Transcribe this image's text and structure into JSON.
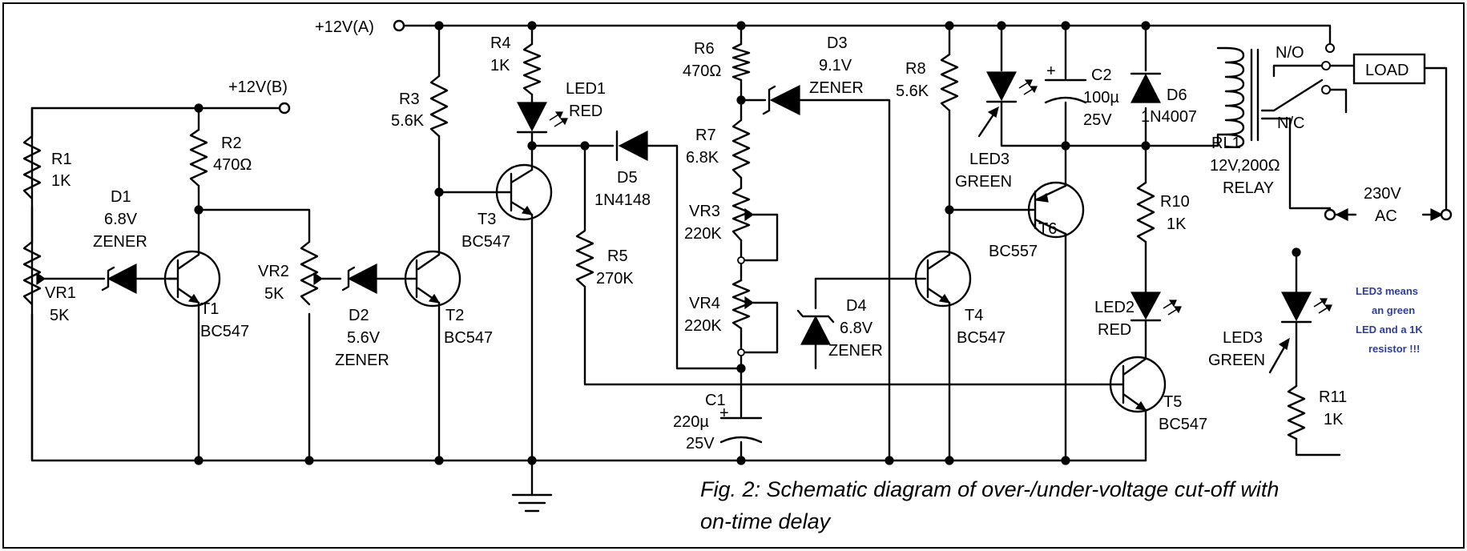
{
  "labels": {
    "supply_a": "+12V(A)",
    "supply_b": "+12V(B)",
    "r1": "R1",
    "r1_val": "1K",
    "vr1": "VR1",
    "vr1_val": "5K",
    "r2": "R2",
    "r2_val": "470Ω",
    "d1": "D1",
    "d1_v": "6.8V",
    "d1_t": "ZENER",
    "t1": "T1",
    "t1_type": "BC547",
    "vr2": "VR2",
    "vr2_val": "5K",
    "d2": "D2",
    "d2_v": "5.6V",
    "d2_t": "ZENER",
    "r3": "R3",
    "r3_val": "5.6K",
    "t2": "T2",
    "t2_type": "BC547",
    "r4": "R4",
    "r4_val": "1K",
    "led1": "LED1",
    "led1_color": "RED",
    "t3": "T3",
    "t3_type": "BC547",
    "d5": "D5",
    "d5_type": "1N4148",
    "r5": "R5",
    "r5_val": "270K",
    "r6": "R6",
    "r6_val": "470Ω",
    "d3": "D3",
    "d3_v": "9.1V",
    "d3_t": "ZENER",
    "r7": "R7",
    "r7_val": "6.8K",
    "vr3": "VR3",
    "vr3_val": "220K",
    "vr4": "VR4",
    "vr4_val": "220K",
    "d4": "D4",
    "d4_v": "6.8V",
    "d4_t": "ZENER",
    "c1": "C1",
    "c1_val": "220µ",
    "c1_v": "25V",
    "r8": "R8",
    "r8_val": "5.6K",
    "led3": "LED3",
    "led3_color": "GREEN",
    "c2": "C2",
    "c2_val": "100µ",
    "c2_v": "25V",
    "d6": "D6",
    "d6_type": "1N4007",
    "t4": "T4",
    "t4_type": "BC547",
    "t6": "T6",
    "t6_type": "BC557",
    "r10": "R10",
    "r10_val": "1K",
    "led2": "LED2",
    "led2_color": "RED",
    "t5": "T5",
    "t5_type": "BC547",
    "rl1": "RL1",
    "rl1_val": "12V,200Ω",
    "rl1_t": "RELAY",
    "no": "N/O",
    "nc": "N/C",
    "load": "LOAD",
    "ac_v": "230V",
    "ac_t": "AC",
    "r11": "R11",
    "r11_val": "1K",
    "plus": "+"
  },
  "note": [
    "LED3 means",
    "an green",
    "LED and a 1K",
    "resistor !!!"
  ],
  "caption": [
    "Fig. 2: Schematic diagram of over-/under-voltage cut-off with",
    "on-time delay"
  ]
}
